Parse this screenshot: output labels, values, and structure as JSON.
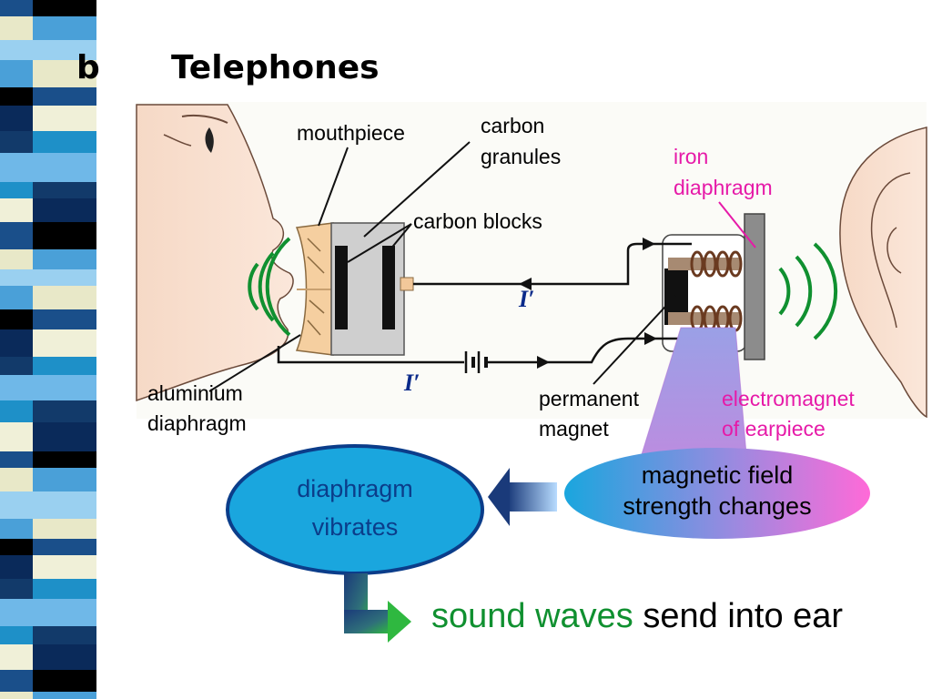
{
  "slide": {
    "section_letter": "b",
    "title": "Telephones"
  },
  "labels": {
    "mouthpiece": "mouthpiece",
    "carbon_granules_1": "carbon",
    "carbon_granules_2": "granules",
    "carbon_blocks": "carbon blocks",
    "iron_diaphragm_1": "iron",
    "iron_diaphragm_2": "diaphragm",
    "current_top": "I′",
    "current_bottom": "I′",
    "aluminium_1": "aluminium",
    "aluminium_2": "diaphragm",
    "permanent_1": "permanent",
    "permanent_2": "magnet",
    "electromagnet_1": "electromagnet",
    "electromagnet_2": "of earpiece"
  },
  "flow": {
    "magnetic_1": "magnetic field",
    "magnetic_2": "strength changes",
    "diaphragm_1": "diaphragm",
    "diaphragm_2": "vibrates",
    "result_green": "sound waves",
    "result_black": "send into ear"
  },
  "colors": {
    "label_pink": "#e61aa8",
    "sound_green": "#109030",
    "oval_blue": "#1aa6de",
    "current_blue": "#0a2a8a"
  }
}
